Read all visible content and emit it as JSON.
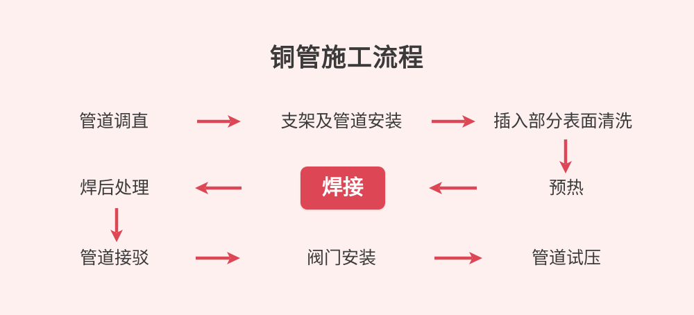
{
  "title": "铜管施工流程",
  "colors": {
    "background": "#fdf0ee",
    "accent_red": "#dc4655",
    "text": "#3b3a3a",
    "highlight_bg": "#dc4655",
    "highlight_text": "#ffffff"
  },
  "flow": {
    "rows": [
      {
        "direction": "right",
        "nodes": [
          {
            "label": "管道调直"
          },
          {
            "label": "支架及管道安装"
          },
          {
            "label": "插入部分表面清洗"
          }
        ]
      },
      {
        "direction": "left",
        "nodes": [
          {
            "label": "焊后处理"
          },
          {
            "label": "焊接",
            "highlighted": true
          },
          {
            "label": "预热"
          }
        ]
      },
      {
        "direction": "right",
        "nodes": [
          {
            "label": "管道接驳"
          },
          {
            "label": "阀门安装"
          },
          {
            "label": "管道试压"
          }
        ]
      }
    ],
    "connectors": [
      {
        "from": "插入部分表面清洗",
        "to": "预热",
        "direction": "down"
      },
      {
        "from": "焊后处理",
        "to": "管道接驳",
        "direction": "down"
      }
    ]
  }
}
